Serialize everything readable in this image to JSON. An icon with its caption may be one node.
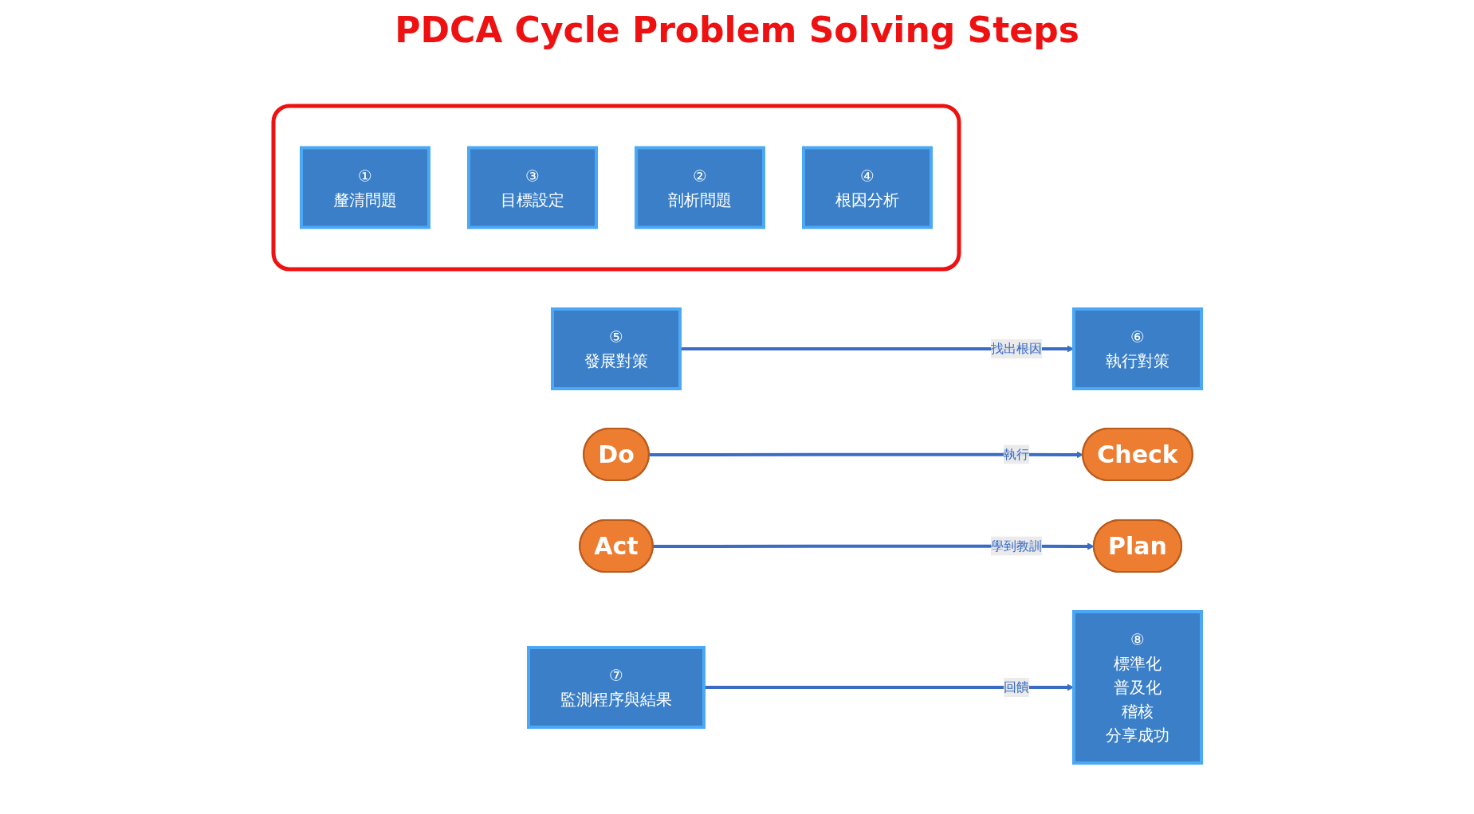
{
  "diagram": {
    "title": "PDCA Cycle Problem Solving Steps",
    "nodes": [
      {
        "text": [
          "Plan"
        ]
      },
      {
        "text": [],
        "shape": "box"
      },
      {
        "text": [
          "①",
          "釐清問題"
        ],
        "in": 1
      },
      {
        "text": [
          "③",
          "目標設定"
        ],
        "in": 1
      },
      {
        "text": [
          "②",
          "剖析問題"
        ],
        "in": 1
      },
      {
        "text": [
          "④",
          "根因分析"
        ],
        "in": 1
      },
      {
        "text": [
          "⑤",
          "發展對策"
        ]
      },
      {
        "text": [
          "⑥",
          "執行對策"
        ]
      },
      {
        "text": [
          "Do"
        ]
      },
      {
        "text": [
          "Act"
        ]
      },
      {
        "text": [
          "⑧",
          "標準化",
          "普及化",
          "稽核",
          "分享成功"
        ]
      },
      {
        "text": [
          "⑦",
          "監測程序與結果"
        ]
      },
      {
        "text": [
          "Check"
        ]
      }
    ],
    "edges": [
      {
        "from": 6,
        "to": 7,
        "arrow": "to",
        "label": "找出根因"
      },
      {
        "from": 8,
        "to": 12,
        "arrow": "to",
        "label": "執行"
      },
      {
        "from": 11,
        "to": 10,
        "arrow": "to",
        "label": "回饋"
      },
      {
        "from": 9,
        "to": 0,
        "arrow": "to",
        "label": "學到教訓"
      }
    ]
  }
}
